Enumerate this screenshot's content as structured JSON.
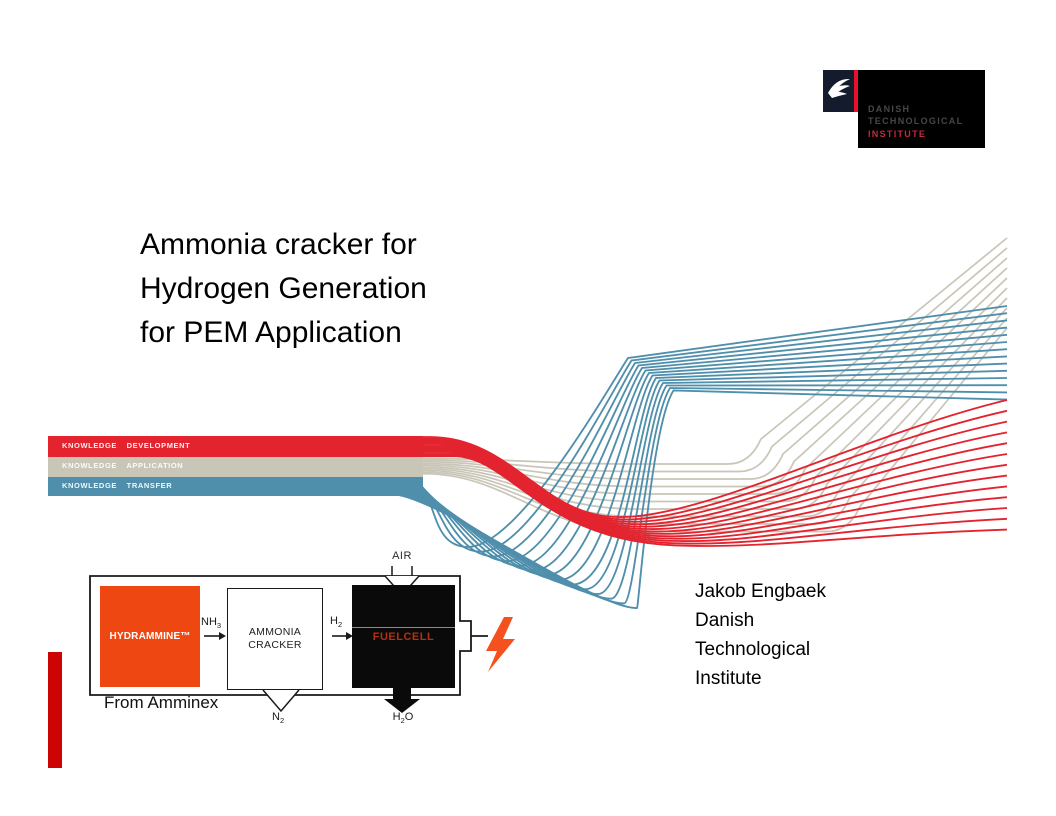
{
  "slide": {
    "title_lines": [
      "Ammonia cracker for",
      "Hydrogen Generation",
      "for PEM Application"
    ],
    "author_lines": [
      "Jakob Engbaek",
      "Danish",
      "Technological",
      "Institute"
    ],
    "source_caption": "From Amminex"
  },
  "logo": {
    "name_line1": "DANISH",
    "name_line2": "TECHNOLOGICAL",
    "name_line3": "INSTITUTE",
    "colors": {
      "panel": "#000000",
      "bird_tile": "#141b2c",
      "stripe": "#e8112d",
      "name_gray": "#47474b",
      "name_red": "#c22a3d",
      "bird": "#ffffff"
    }
  },
  "ribbon": {
    "bands": [
      {
        "id": "development",
        "label": "KNOWLEDGE DEVELOPMENT",
        "color": "#e3242f",
        "line_count": 13
      },
      {
        "id": "application",
        "label": "KNOWLEDGE APPLICATION",
        "color": "#c9c5b7",
        "line_count": 10
      },
      {
        "id": "transfer",
        "label": "KNOWLEDGE TRANSFER",
        "color": "#4f8fac",
        "line_count": 14
      }
    ],
    "label_color": "#ffffff"
  },
  "diagram": {
    "hydrammine_label": "HYDRAMMINE™",
    "cracker_line1": "AMMONIA",
    "cracker_line2": "CRACKER",
    "fuelcell_label": "FUELCELL",
    "air_label": "AIR",
    "nh3": {
      "base": "NH",
      "sub": "3"
    },
    "h2": {
      "base": "H",
      "sub": "2"
    },
    "n2": {
      "base": "N",
      "sub": "2"
    },
    "h2o": {
      "base": "H",
      "sub": "2",
      "tail": "O"
    },
    "colors": {
      "hydrammine": "#ee4712",
      "fuelcell_bg": "#0a0a0a",
      "fuelcell_text": "#b5300c",
      "bolt": "#f4511e",
      "outline": "#1a1a1a"
    }
  },
  "accent_bar_color": "#cc0404"
}
